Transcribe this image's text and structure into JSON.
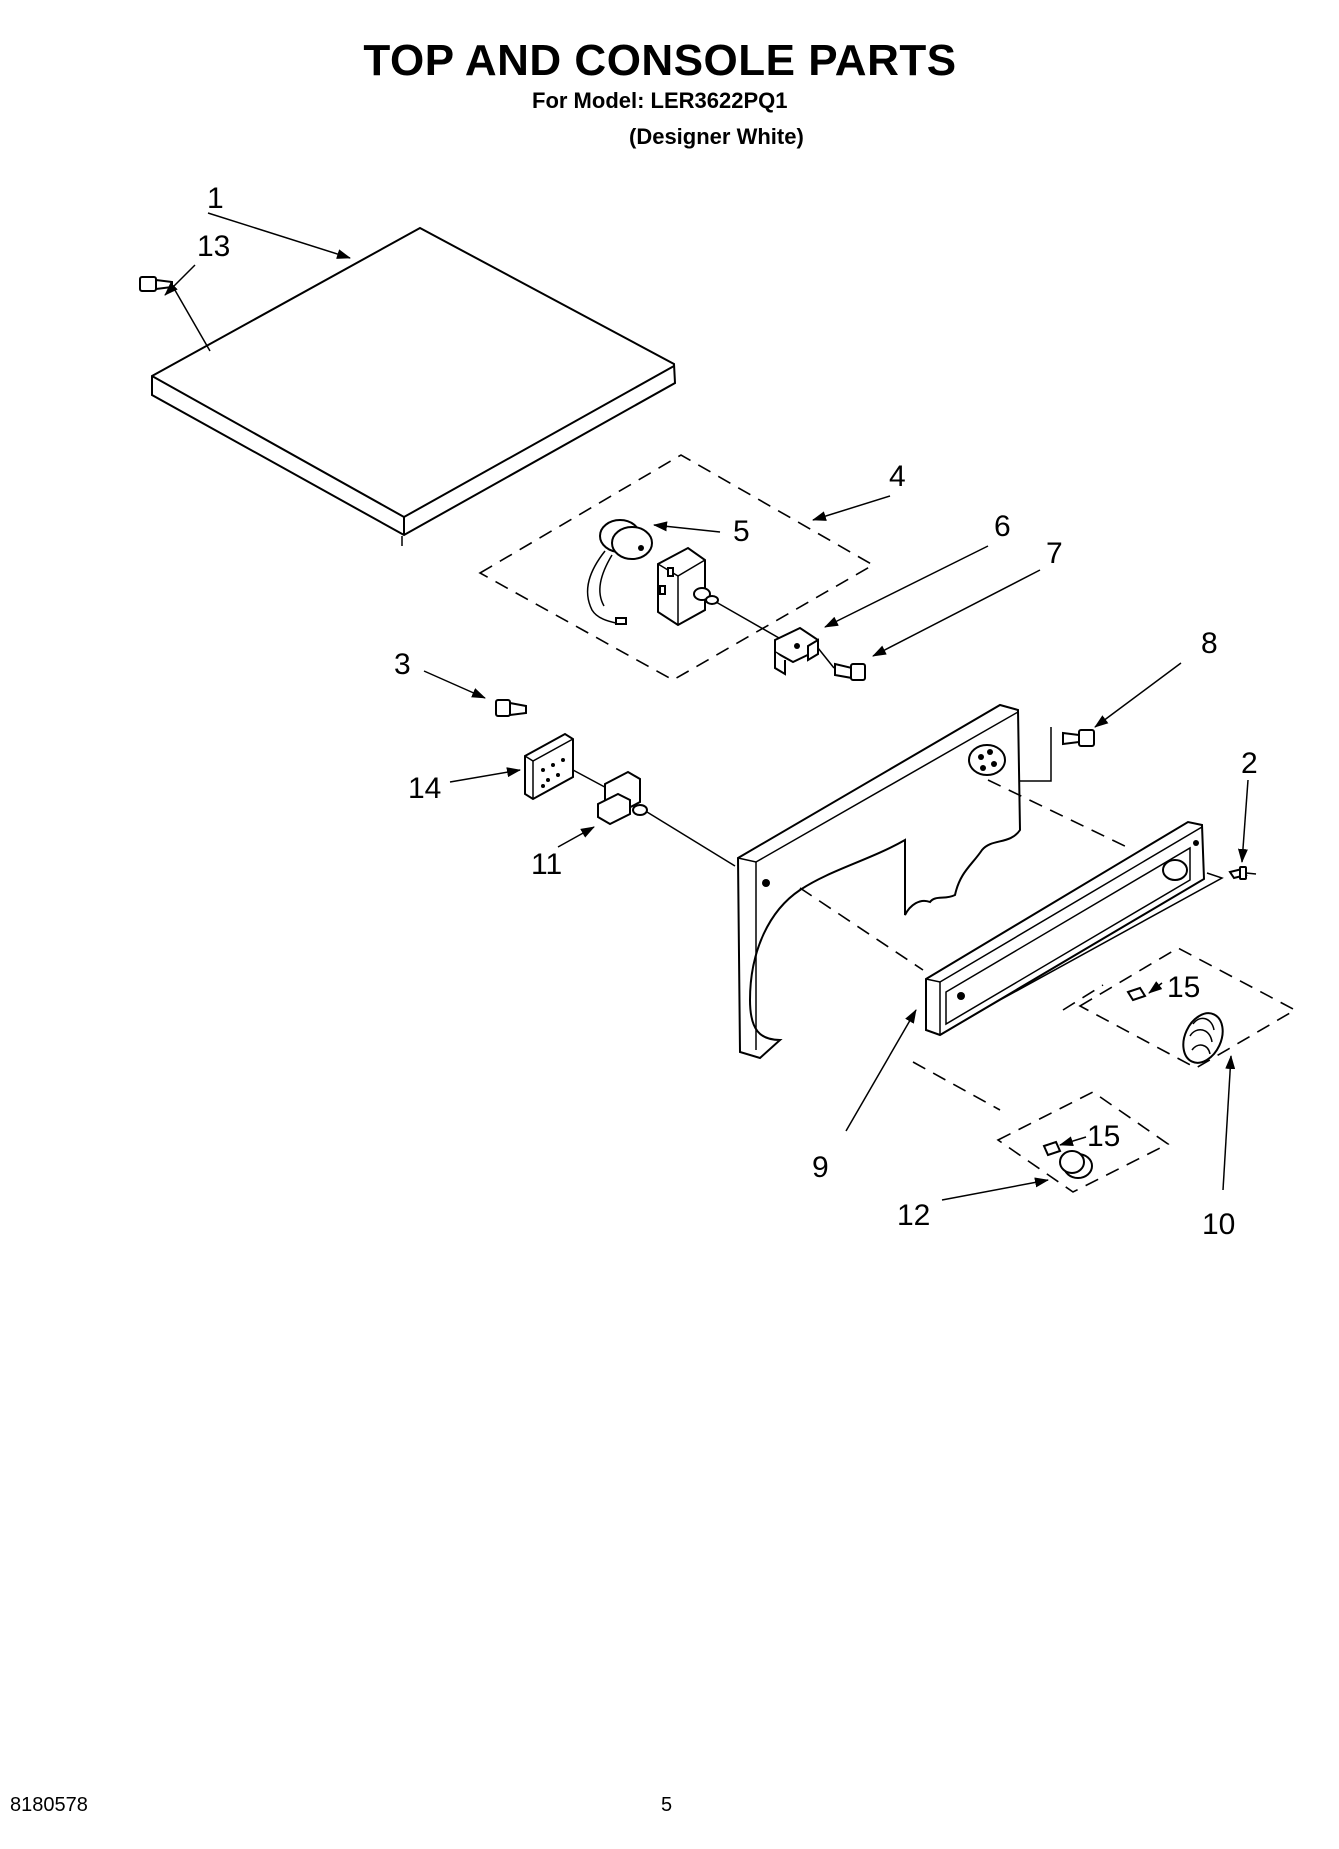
{
  "header": {
    "title": "TOP AND CONSOLE PARTS",
    "model_line": "For Model: LER3622PQ1",
    "variant": "(Designer White)"
  },
  "footer": {
    "doc_number": "8180578",
    "page_number": "5"
  },
  "callouts": {
    "c1": "1",
    "c2": "2",
    "c3": "3",
    "c4": "4",
    "c5": "5",
    "c6": "6",
    "c7": "7",
    "c8": "8",
    "c9": "9",
    "c10": "10",
    "c11": "11",
    "c12": "12",
    "c13": "13",
    "c14": "14",
    "c15a": "15",
    "c15b": "15"
  }
}
